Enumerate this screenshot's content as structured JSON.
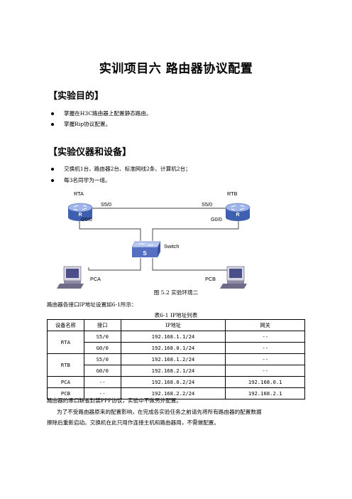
{
  "title": "实训项目六   路由器协议配置",
  "purpose": {
    "heading": "【实验目的】",
    "items": [
      "掌握在H3C路由器上配置静态路由。",
      "掌握Rip协议配置。"
    ]
  },
  "equipment": {
    "heading": "【实验仪器和设备】",
    "items": [
      "交换机1台、路由器2台、标准网线2条、计算机2台；",
      "每3名同学为一组。"
    ]
  },
  "diagram": {
    "rta": "RTA",
    "rtb": "RTB",
    "rta_s": "S5/0",
    "rtb_s": "S5/0",
    "rta_g": "G0/0",
    "rtb_g": "G0/0",
    "router_glyph": "R",
    "switch_glyph": "S",
    "switch": "Switch",
    "pca": "PCA",
    "pcb": "PCB",
    "caption": "图 5.2  实验环境二"
  },
  "intro": "路由器各接口IP地址设置如6-1所示：",
  "table": {
    "caption": "表6-1  IP地址列表",
    "headers": [
      "设备名称",
      "接口",
      "IP地址",
      "网关"
    ],
    "rows": [
      {
        "device": "RTA",
        "iface": "S5/0",
        "ip": "192.168.1.1/24",
        "gw": "--"
      },
      {
        "device": "",
        "iface": "G0/0",
        "ip": "192.168.0.1/24",
        "gw": "--"
      },
      {
        "device": "RTB",
        "iface": "S5/0",
        "ip": "192.168.1.2/24",
        "gw": "--"
      },
      {
        "device": "",
        "iface": "G0/0",
        "ip": "192.168.2.1/24",
        "gw": "--"
      },
      {
        "device": "PCA",
        "iface": "--",
        "ip": "192.168.0.2/24",
        "gw": "192.168.0.1"
      },
      {
        "device": "PCB",
        "iface": "--",
        "ip": "192.168.2.2/24",
        "gw": "192.168.2.1"
      }
    ]
  },
  "notes": [
    "路由器的串口缺省封装PPP协议，实验中不做另外配置。",
    "为了不受路由器原来的配置影响，在完成各实验任务之前请先将所有路由器的配置数据",
    "擦除后重新启动。交换机在此只用作连接主机和路由器用，不需做配置。"
  ],
  "colors": {
    "router": "#5f7fd0",
    "switch": "#7f9bd6",
    "pc": "#6f6a86",
    "screen": "#5f68a8"
  }
}
